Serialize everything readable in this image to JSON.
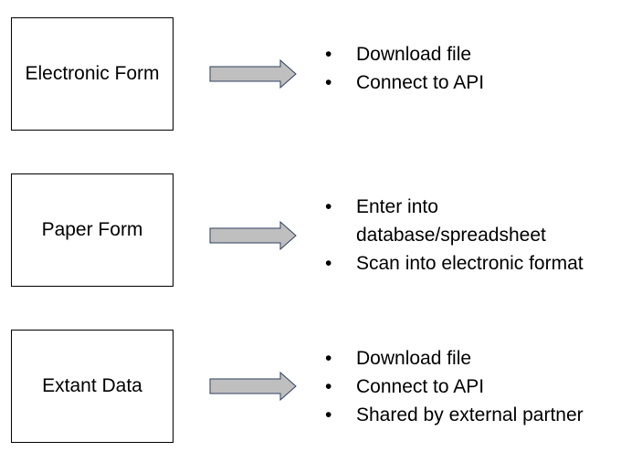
{
  "colors": {
    "box_border": "#000000",
    "arrow_fill": "#bfbfbf",
    "arrow_stroke": "#2f3f5f"
  },
  "rows": [
    {
      "label": "Electronic Form",
      "items": [
        "Download file",
        "Connect to API"
      ]
    },
    {
      "label": "Paper Form",
      "items": [
        "Enter into database/spreadsheet",
        "Scan into electronic format"
      ]
    },
    {
      "label": "Extant Data",
      "items": [
        "Download file",
        "Connect to API",
        "Shared by external partner"
      ]
    }
  ]
}
